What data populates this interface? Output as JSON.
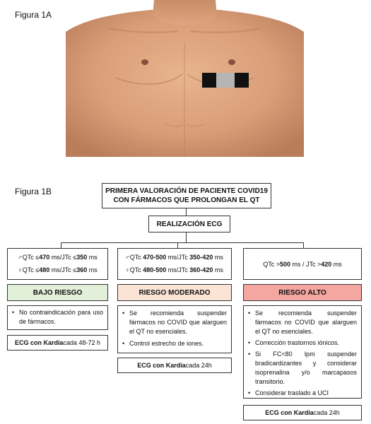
{
  "fig1a": {
    "label": "Figura 1A"
  },
  "fig1b": {
    "label": "Figura 1B",
    "title": "PRIMERA VALORACIÓN DE PACIENTE COVID19\nCON FÁRMACOS QUE PROLONGAN EL QT",
    "ecg": "REALIZACIÓN ECG",
    "columns": [
      {
        "criteria": [
          {
            "sym": "♂",
            "a": "QTc ≤",
            "b": "470",
            "c": " ms/JTc ≤",
            "d": "350",
            "e": " ms"
          },
          {
            "sym": "♀",
            "a": "QTc ≤",
            "b": "480",
            "c": " ms/JTc ≤",
            "d": "360",
            "e": " ms"
          }
        ],
        "risk": "BAJO RIESGO",
        "risk_color": "#e2efd9",
        "recs": [
          "No contraindicación para uso de fármacos."
        ],
        "ecg_k": "ECG con Kardia",
        "ecg_t": " cada 48-72 h"
      },
      {
        "criteria": [
          {
            "sym": "♂",
            "a": "QTc ",
            "b": "470-500",
            "c": " ms/JTc ",
            "d": "350-420",
            "e": " ms"
          },
          {
            "sym": "♀",
            "a": "QTc ",
            "b": "480-500",
            "c": " ms/JTc ",
            "d": "360-420",
            "e": " ms"
          }
        ],
        "risk": "RIESGO MODERADO",
        "risk_color": "#fbe4d5",
        "recs": [
          "Se recomienda suspender fármacos no COVID que alarguen el QT no esenciales.",
          "Control estrecho de iones."
        ],
        "ecg_k": "ECG con Kardia",
        "ecg_t": " cada 24h"
      },
      {
        "criteria": [
          {
            "sym": "",
            "a": "QTc >",
            "b": "500",
            "c": " ms / JTc >",
            "d": "420",
            "e": " ms"
          }
        ],
        "risk": "RIESGO ALTO",
        "risk_color": "#f4a6a0",
        "recs": [
          "Se recomienda suspender fármacos no COVID que alarguen el QT no esenciales.",
          "Corrección trastornos iónicos.",
          "Si FC<80 lpm suspender bradicardizantes y considerar isoprenalina y/o marcapasos transitorio.",
          "Considerar traslado a UCI"
        ],
        "ecg_k": "ECG con Kardia",
        "ecg_t": " cada 24h"
      }
    ]
  }
}
